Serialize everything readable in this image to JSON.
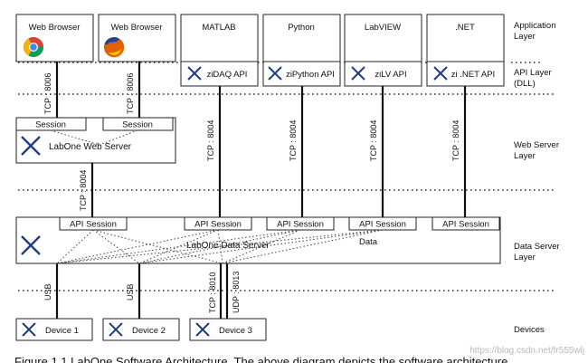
{
  "layers": {
    "application": [
      "Application",
      "Layer"
    ],
    "api": [
      "API Layer",
      "(DLL)"
    ],
    "webserver": [
      "Web Server",
      "Layer"
    ],
    "dataserver": [
      "Data Server",
      "Layer"
    ],
    "devices": "Devices"
  },
  "apps": {
    "browser1": "Web Browser",
    "browser2": "Web Browser",
    "matlab": "MATLAB",
    "python": "Python",
    "labview": "LabVIEW",
    "dotnet": ".NET"
  },
  "apis": {
    "matlab": "ziDAQ API",
    "python": "ziPython API",
    "labview": "ziLV API",
    "dotnet": "zi .NET API"
  },
  "connections": {
    "browser1_tcp": "TCP : 8006",
    "browser2_tcp": "TCP : 8006",
    "matlab_tcp": "TCP : 8004",
    "python_tcp": "TCP : 8004",
    "labview_tcp": "TCP : 8004",
    "dotnet_tcp": "TCP : 8004",
    "webserver_tcp": "TCP : 8004",
    "device1_link": "USB",
    "device2_link": "USB",
    "device3_tcp": "TCP : 8010",
    "device3_udp": "UDP : 8013"
  },
  "webserver": {
    "session1": "Session",
    "session2": "Session",
    "name": "LabOne Web Server"
  },
  "dataserver": {
    "sessions": [
      "API Session",
      "API Session",
      "API Session",
      "API Session",
      "API Session"
    ],
    "name": "LabOne Data Server",
    "data_label": "Data"
  },
  "devices": [
    "Device 1",
    "Device 2",
    "Device 3"
  ],
  "caption": "Figure 1.1  LabOne Software Architecture. The above diagram depicts the software architecture",
  "watermark": "https://blog.csdn.net/fr555wlj"
}
